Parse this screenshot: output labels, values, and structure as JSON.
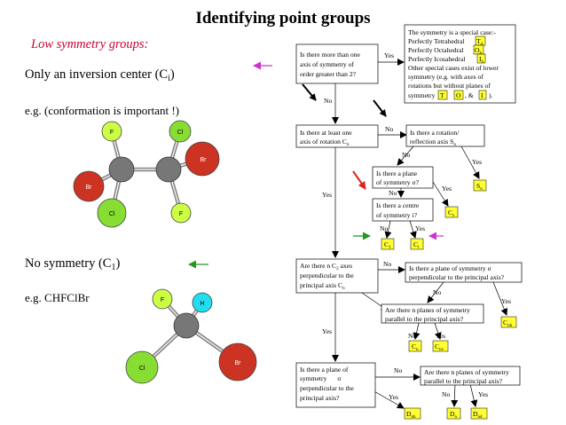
{
  "title": "Identifying point groups",
  "left": {
    "subtitle": "Low symmetry groups:",
    "ci_text": "Only an inversion center (C",
    "ci_sub": "i",
    "ci_close": ")",
    "ci_example": "e.g. (conformation is important !)",
    "c1_text": "No symmetry (C",
    "c1_sub": "1",
    "c1_close": ")",
    "c1_example": "e.g. CHFClBr"
  },
  "molecule1": {
    "atoms": [
      "F",
      "Cl",
      "Br",
      "Br",
      "Cl",
      "F"
    ]
  },
  "molecule2": {
    "atoms": [
      "F",
      "H",
      "Cl",
      "Br"
    ]
  },
  "flowchart": {
    "q_more_than_one_axis": [
      "Is there more than one",
      "axis of symmetry of",
      "order greater than 2?"
    ],
    "special": [
      "The symmetry is a special case:-",
      "Perfectly Tetrahedral",
      "Perfectly Octahedral",
      "Perfectly Icosahedral",
      "Other special cases exist of lower",
      "symmetry (e.g. with axes of",
      "rotations but without planes of",
      "symmetry"
    ],
    "special_groups": {
      "td": "T",
      "td_sub": "d",
      "oh": "O",
      "oh_sub": "h",
      "ih": "I",
      "ih_sub": "h",
      "t": "T",
      "o": "O",
      "i": "I",
      "amp": ", &",
      "end": ")."
    },
    "q_at_least_one_axis": [
      "Is there at least one",
      "axis of rotation C"
    ],
    "q_at_least_one_axis_sub": "n",
    "q_rotation_reflection": [
      "Is there a rotation/",
      "reflection axis S"
    ],
    "q_rotation_reflection_sub": "n",
    "q_plane": [
      "Is there a plane",
      "of symmetry σ?"
    ],
    "q_centre": [
      "Is there a centre",
      "of symmetry i?"
    ],
    "q_n_c2_axes": [
      "Are there n C",
      "axes",
      "perpendicular to the",
      "principal axis C"
    ],
    "q_n_c2_sub": "2",
    "q_n_c2_axis_sub": "n",
    "q_plane_perp_principal": [
      "Is there a plane of symmetry σ",
      "perpendicular to the principal axis?"
    ],
    "q_n_planes_parallel_1": [
      "Are there n planes of symmetry",
      "parallel to the principal axis?"
    ],
    "q_plane_perp_principal_2": [
      "Is there a plane of",
      "symmetry",
      "σ",
      "perpendicular to the",
      "principal axis?"
    ],
    "q_n_planes_parallel_2": [
      "Are there n planes of symmetry",
      "parallel to the principal axis?"
    ],
    "labels": {
      "yes": "Yes",
      "no": "No"
    },
    "groups": {
      "sn": "S",
      "sn_sub": "n",
      "cs": "C",
      "cs_sub": "s",
      "ci": "C",
      "ci_sub": "i",
      "c1": "C",
      "c1_sub": "1",
      "cn": "C",
      "cn_sub": "n",
      "cnh": "C",
      "cnh_sub": "nh",
      "cnv": "C",
      "cnv_sub": "nv",
      "dnh": "D",
      "dnh_sub": "nh",
      "dn": "D",
      "dn_sub": "n",
      "dnd": "D",
      "dnd_sub": "nd"
    }
  },
  "colors": {
    "subtitle": "#cc0033",
    "highlight": "#ffff33",
    "f_atom": "#ccff44",
    "cl_atom": "#88dd33",
    "br_atom": "#cc3322",
    "h_atom": "#22ddee",
    "c_atom": "#777777",
    "arrow_magenta": "#cc33cc",
    "arrow_green": "#229922",
    "arrow_red": "#dd2222"
  }
}
